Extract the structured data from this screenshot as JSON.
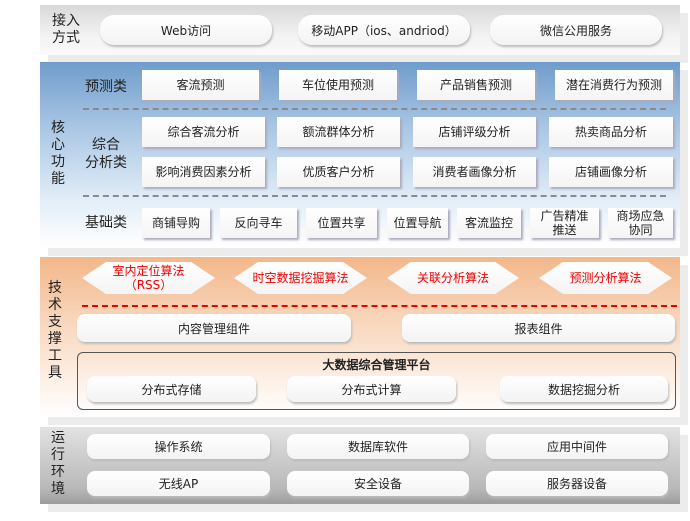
{
  "access": {
    "label": "接入方式",
    "items": [
      "Web访问",
      "移动APP（ios、andriod）",
      "微信公用服务"
    ]
  },
  "core": {
    "label": "核心功能",
    "predict": {
      "label": "预测类",
      "items": [
        "客流预测",
        "车位使用预测",
        "产品销售预测",
        "潜在消费行为预测"
      ]
    },
    "analysis": {
      "label_1": "综合",
      "label_2": "分析类",
      "items": [
        "综合客流分析",
        "额流群体分析",
        "店铺评级分析",
        "热卖商品分析",
        "影响消费因素分析",
        "优质客户分析",
        "消费者画像分析",
        "店铺画像分析"
      ]
    },
    "basic": {
      "label": "基础类",
      "items": [
        "商铺导购",
        "反向寻车",
        "位置共享",
        "位置导航",
        "客流监控",
        "广告精准推送",
        "商场应急协同"
      ]
    }
  },
  "tech": {
    "label": "技术支撑工具",
    "algorithms": [
      "室内定位算法（RSS）",
      "时空数据挖掘算法",
      "关联分析算法",
      "预测分析算法"
    ],
    "components": [
      "内容管理组件",
      "报表组件"
    ],
    "platform": {
      "title": "大数据综合管理平台",
      "items": [
        "分布式存储",
        "分布式计算",
        "数据挖掘分析"
      ]
    }
  },
  "runtime": {
    "label": "运行环境",
    "items": [
      "操作系统",
      "数据库软件",
      "应用中间件",
      "无线AP",
      "安全设备",
      "服务器设备"
    ]
  }
}
